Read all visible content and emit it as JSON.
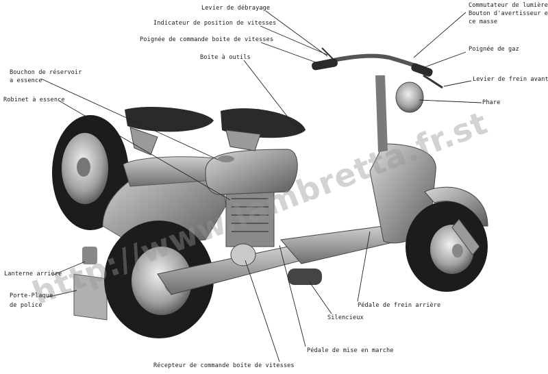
{
  "labels": {
    "levier_debrayage": "Levier de débrayage",
    "indicateur_vitesses": "Indicateur de position de vitesses",
    "poignee_boite": "Poignée de commande boite de vitesses",
    "boite_outils": "Boite à outils",
    "bouchon_reservoir_1": "Bouchon de réservoir",
    "bouchon_reservoir_2": "a essence",
    "robinet_essence": "Robinet à essence",
    "commutateur_1": "Commutateur de lumières",
    "commutateur_2": "Bouton d'avertisseur et",
    "commutateur_3": "ce masse",
    "poignee_gaz": "Poignée de gaz",
    "levier_frein_avant": "Levier de frein avant",
    "phare": "Phare",
    "lanterne_arriere": "Lanterne arrière",
    "porte_plaque_1": "Porte-Plaque",
    "porte_plaque_2": "de police",
    "pedale_frein_arriere": "Pédale de frein arrière",
    "silencieux": "Silencieux",
    "pedale_mise_en_marche": "Pédale de mise en marche",
    "recepteur_boite": "Récepteur de commande boite de vitesses"
  },
  "watermark": "http://www.lambretta.fr.st",
  "colors": {
    "text": "#1a1a1a",
    "leader": "#222222",
    "body_metal": "#a8a8a8",
    "tyre": "#1c1c1c",
    "seat": "#2a2a2a"
  }
}
